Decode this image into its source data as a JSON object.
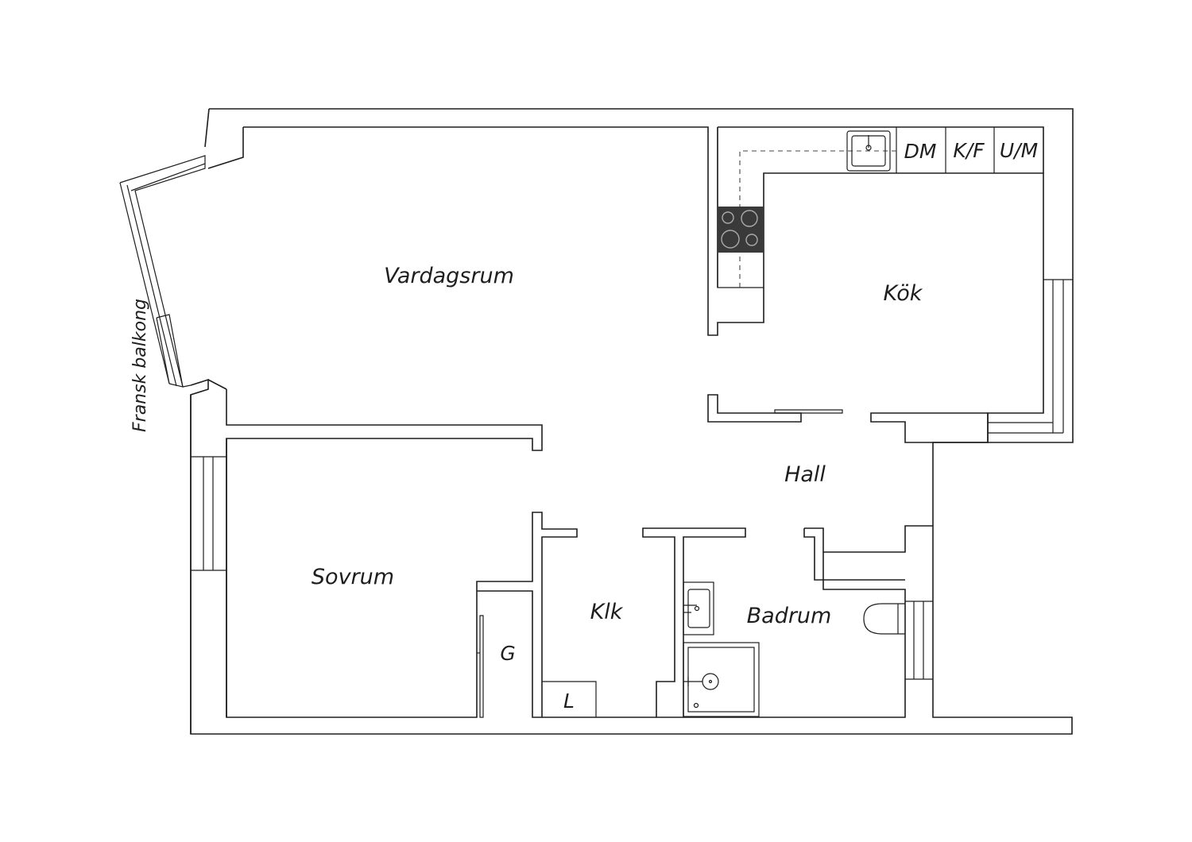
{
  "rooms": {
    "vardagsrum": "Vardagsrum",
    "kok": "Kök",
    "hall": "Hall",
    "sovrum": "Sovrum",
    "klk": "Klk",
    "badrum": "Badrum",
    "g": "G",
    "l": "L"
  },
  "appliances": {
    "dm": "DM",
    "kf": "K/F",
    "um": "U/M"
  },
  "balcony": "Fransk balkong",
  "colors": {
    "line": "#1e1e1e",
    "stove": "#3a3a3a",
    "background": "#ffffff"
  },
  "icons": [
    "sink-icon",
    "stove-icon",
    "toilet-icon",
    "shower-icon",
    "washbasin-icon",
    "window-icon",
    "door-icon"
  ]
}
